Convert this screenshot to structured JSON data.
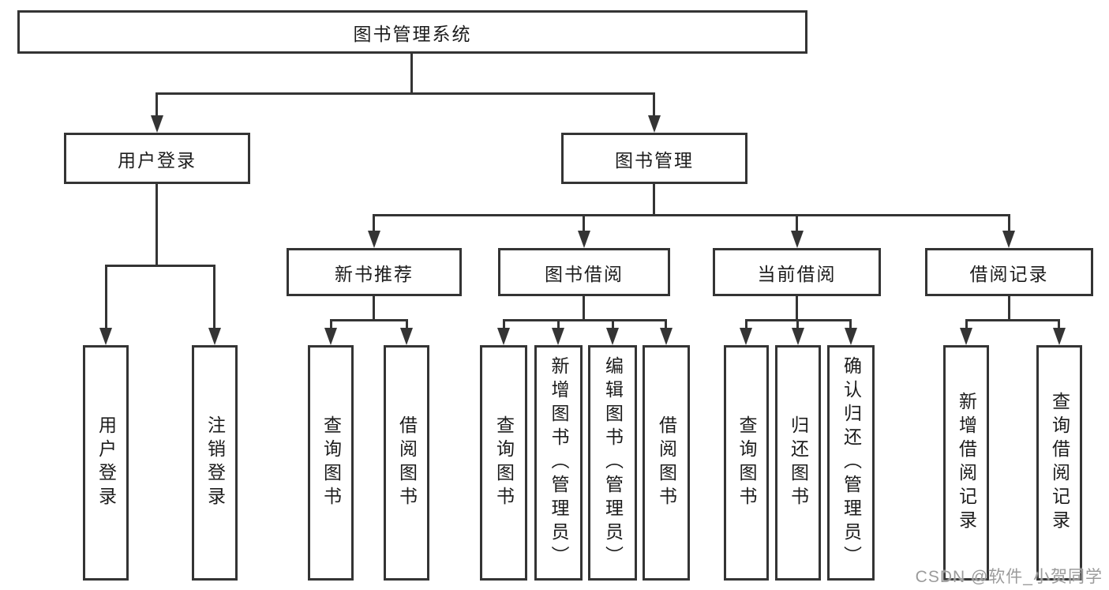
{
  "diagram": {
    "root": {
      "label": "图书管理系统"
    },
    "level1": [
      {
        "label": "用户登录"
      },
      {
        "label": "图书管理"
      }
    ],
    "level2": [
      {
        "label": "新书推荐"
      },
      {
        "label": "图书借阅"
      },
      {
        "label": "当前借阅"
      },
      {
        "label": "借阅记录"
      }
    ],
    "leaves": {
      "login": [
        "用户登录",
        "注销登录"
      ],
      "recommend": [
        "查询图书",
        "借阅图书"
      ],
      "borrow": [
        "查询图书",
        "新增图书（管理员）",
        "编辑图书（管理员）",
        "借阅图书"
      ],
      "current": [
        "查询图书",
        "归还图书",
        "确认归还（管理员）"
      ],
      "records": [
        "新增借阅记录",
        "查询借阅记录"
      ]
    },
    "line_color": "#343434",
    "watermark": {
      "text": "CSDN @软件_小贺同学"
    }
  }
}
